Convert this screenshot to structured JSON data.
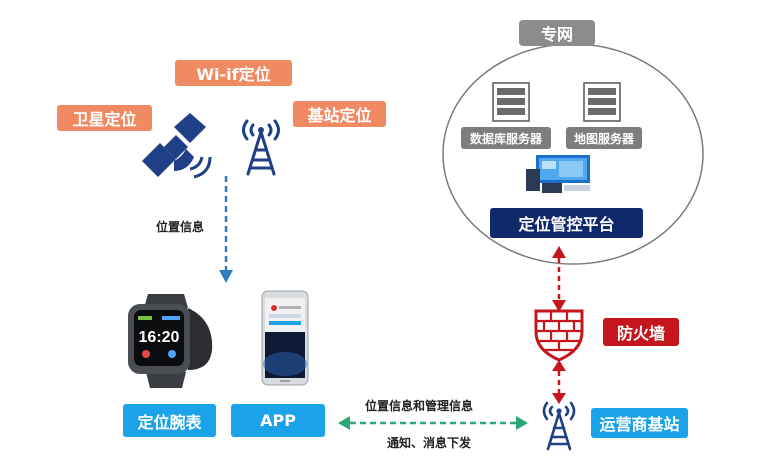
{
  "labels": {
    "wifi": "Wi-if定位",
    "satellite": "卫星定位",
    "basestation": "基站定位",
    "location_info": "位置信息",
    "watch": "定位腕表",
    "app": "APP",
    "private_network": "专网",
    "db_server": "数据库服务器",
    "map_server": "地图服务器",
    "platform": "定位管控平台",
    "firewall": "防火墙",
    "operator_bs": "运营商基站",
    "up_msg": "位置信息和管理信息",
    "down_msg": "通知、消息下发"
  },
  "watch_screen": {
    "time": "16:20"
  },
  "colors": {
    "orange": "#ef8a62",
    "blue": "#1aa3e8",
    "navy": "#10296b",
    "grey": "#8c8c8c",
    "red": "#c4161c",
    "dashed_blue": "#2f7ec0",
    "dashed_green": "#2aa876",
    "dashed_red": "#c4161c"
  },
  "icons": [
    "satellite-icon",
    "antenna-tower-icon",
    "server-icon",
    "monitor-dashboard-icon",
    "brick-shield-icon",
    "smartwatch-icon",
    "smartphone-icon"
  ]
}
